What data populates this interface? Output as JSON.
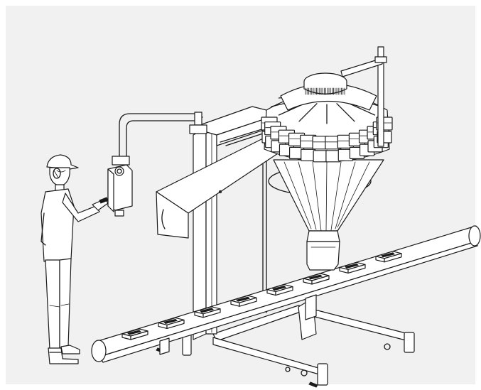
{
  "scene": {
    "background_color": "#f1f1f1",
    "line_color": "#1a1a1a",
    "fill_color": "#ffffff"
  },
  "conveyor": {
    "trays": [
      {
        "id": "tray-1"
      },
      {
        "id": "tray-2"
      },
      {
        "id": "tray-3"
      },
      {
        "id": "tray-4"
      },
      {
        "id": "tray-5"
      },
      {
        "id": "tray-6"
      },
      {
        "id": "tray-7"
      },
      {
        "id": "tray-8"
      }
    ]
  },
  "weigher": {
    "bucket_count": 14
  }
}
